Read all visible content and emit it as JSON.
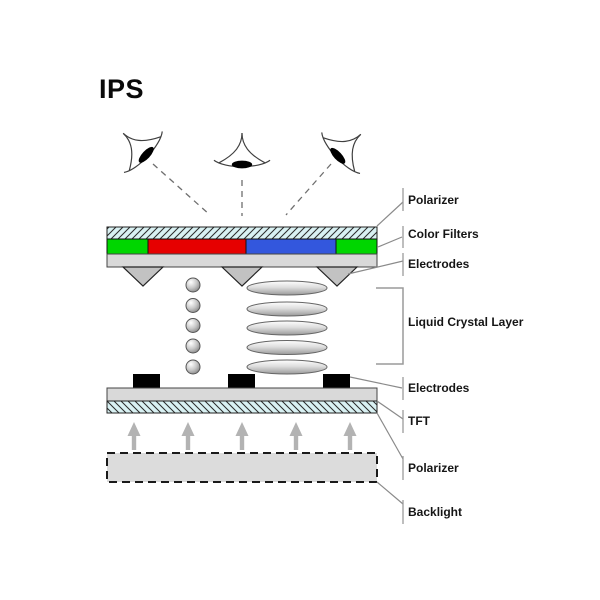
{
  "title": "IPS",
  "labels": {
    "polarizer_top": "Polarizer",
    "color_filters": "Color Filters",
    "electrodes_top": "Electrodes",
    "liquid_crystal_layer": "Liquid Crystal Layer",
    "electrodes_bottom": "Electrodes",
    "tft": "TFT",
    "polarizer_bottom": "Polarizer",
    "backlight": "Backlight"
  },
  "colors": {
    "green": "#00d600",
    "red": "#e60000",
    "blue": "#3357dd",
    "panel_gray": "#d9d9d9",
    "hatch_bg": "#d9f1f3",
    "electrode_gray": "#c2c2c2",
    "electrode_black": "#000000",
    "arrow_gray": "#b3b3b3",
    "backlight_fill": "#dcdcdc"
  },
  "figure": {
    "color_filter_segments": [
      "green",
      "red",
      "blue",
      "green"
    ],
    "viewer_eyes": 3,
    "top_electrodes": 3,
    "bottom_electrodes": 3,
    "lc_molecules_spheres": 5,
    "lc_molecules_ellipses": 5,
    "backlight_arrows": 5
  }
}
